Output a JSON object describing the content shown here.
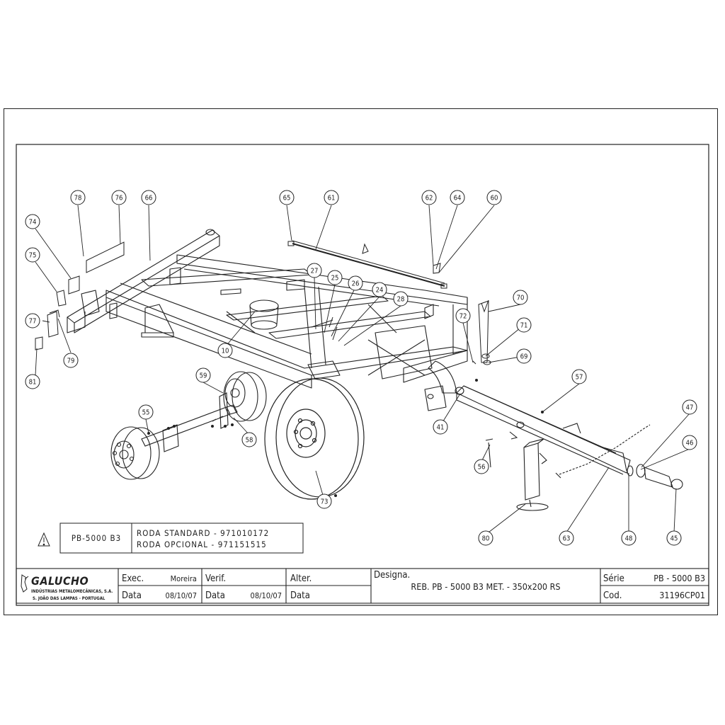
{
  "company": {
    "logo_text": "GALUCHO",
    "name_line": "INDÚSTRIAS METALOMECÂNICAS, S.A.",
    "location_line": "S. JOÃO DAS LAMPAS - PORTUGAL"
  },
  "wheel_table": {
    "model": "PB-5000 B3",
    "row1": "RODA STANDARD - 971010172",
    "row2": "RODA OPCIONAL - 971151515"
  },
  "title_block": {
    "exec_label": "Exec.",
    "exec_value": "Moreira",
    "verif_label": "Verif.",
    "alter_label": "Alter.",
    "data_label": "Data",
    "data_exec_value": "08/10/07",
    "data_verif_value": "08/10/07",
    "alter_data_label": "Data",
    "designa_label": "Designa.",
    "designa_value": "REB. PB - 5000 B3 MET. - 350x200 RS",
    "serie_label": "Série",
    "serie_value": "PB - 5000 B3",
    "cod_label": "Cod.",
    "cod_value": "31196CP01"
  },
  "balloons": [
    "78",
    "76",
    "66",
    "74",
    "75",
    "77",
    "79",
    "81",
    "65",
    "61",
    "62",
    "64",
    "60",
    "27",
    "25",
    "26",
    "24",
    "28",
    "10",
    "72",
    "70",
    "71",
    "69",
    "57",
    "41",
    "59",
    "55",
    "58",
    "73",
    "56",
    "47",
    "46",
    "48",
    "45",
    "63",
    "80"
  ]
}
